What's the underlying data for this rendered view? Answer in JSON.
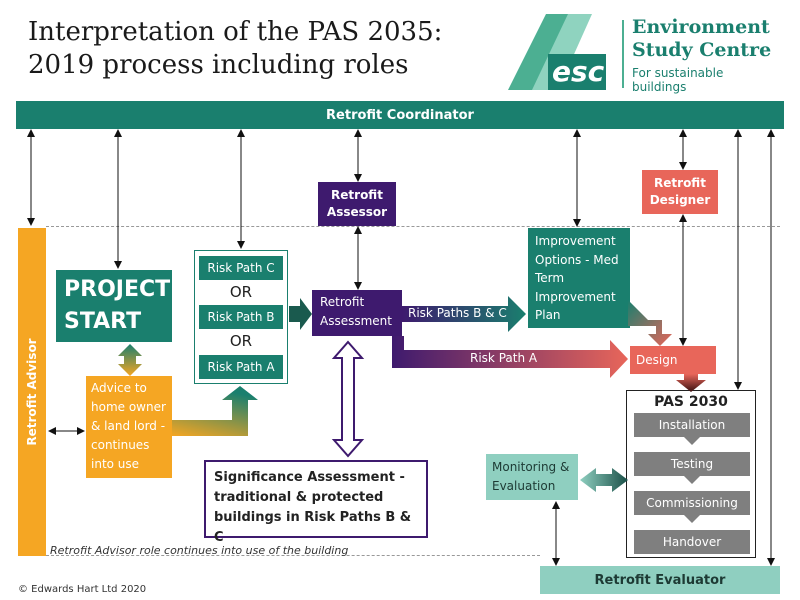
{
  "title_line1": "Interpretation of the PAS 2035:",
  "title_line2": "2019 process including roles",
  "logo": {
    "mark": "esc",
    "name_line1": "Environment",
    "name_line2": "Study Centre",
    "tagline": "For sustainable buildings",
    "colors": {
      "mark": "#4caf92",
      "mark_dark": "#1a7f6e",
      "name": "#1a7f6e"
    }
  },
  "roles": {
    "coordinator": "Retrofit Coordinator",
    "advisor": "Retrofit Advisor",
    "assessor_line1": "Retrofit",
    "assessor_line2": "Assessor",
    "designer_line1": "Retrofit",
    "designer_line2": "Designer",
    "evaluator": "Retrofit Evaluator"
  },
  "project_start_line1": "PROJECT",
  "project_start_line2": "START",
  "advice": [
    "Advice to",
    "home owner",
    "& land lord -",
    "continues",
    "into use"
  ],
  "risk_paths": {
    "c": "Risk Path C",
    "or1": "OR",
    "b": "Risk Path B",
    "or2": "OR",
    "a": "Risk Path A"
  },
  "assessment_line1": "Retrofit",
  "assessment_line2": "Assessment",
  "arrow_bc": "Risk Paths B & C",
  "arrow_a": "Risk Path A",
  "improvement": [
    "Improvement",
    "Options - Med",
    "Term",
    "Improvement",
    "Plan"
  ],
  "design": "Design",
  "significance": [
    "Significance Assessment -",
    "traditional & protected",
    "buildings in Risk Paths B & C"
  ],
  "monitoring": [
    "Monitoring &",
    "Evaluation"
  ],
  "pas2030": {
    "title": "PAS 2030",
    "steps": [
      "Installation",
      "Testing",
      "Commissioning",
      "Handover"
    ]
  },
  "advisor_note": "Retrofit Advisor role continues into use of the building",
  "copyright": "© Edwards Hart Ltd   2020",
  "colors": {
    "teal": "#1a7f6e",
    "orange": "#f5a623",
    "purple": "#3e1a6e",
    "coral": "#e8665a",
    "light_teal": "#8fcfc0",
    "grey": "#7f7f7f"
  }
}
